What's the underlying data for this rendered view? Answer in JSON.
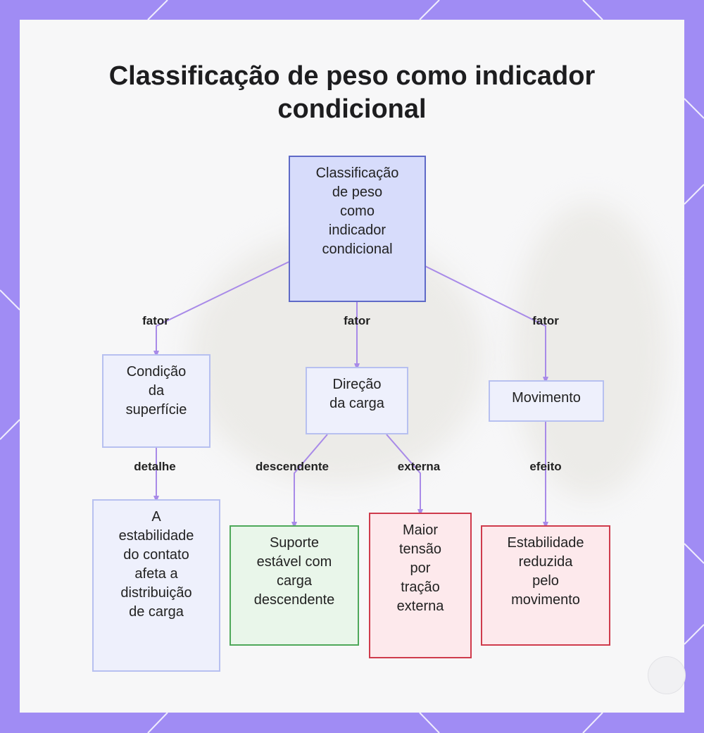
{
  "title_lines": [
    "Classificação de peso como indicador",
    "condicional"
  ],
  "nodes": {
    "root": [
      "Classificação",
      "de peso",
      "como",
      "indicador",
      "condicional"
    ],
    "surface": [
      "Condição",
      "da",
      "superfície"
    ],
    "direction": [
      "Direção",
      "da carga"
    ],
    "movement": [
      "Movimento"
    ],
    "contact": [
      "A",
      "estabilidade",
      "do contato",
      "afeta a",
      "distribuição",
      "de carga"
    ],
    "support": [
      "Suporte",
      "estável com",
      "carga",
      "descendente"
    ],
    "tension": [
      "Maior",
      "tensão",
      "por",
      "tração",
      "externa"
    ],
    "reduced": [
      "Estabilidade",
      "reduzida",
      "pelo",
      "movimento"
    ]
  },
  "edges": {
    "factor_left": "fator",
    "factor_mid": "fator",
    "factor_right": "fator",
    "detail": "detalhe",
    "descending": "descendente",
    "external": "externa",
    "effect": "efeito"
  },
  "colors": {
    "frame": "#a08cf4",
    "connector": "#a88ae8",
    "root_fill": "#d7dcfb",
    "root_border": "#5f6ac7",
    "blue_fill": "#eef0fc",
    "green_border": "#4ea85a",
    "red_border": "#cf3b4c"
  }
}
